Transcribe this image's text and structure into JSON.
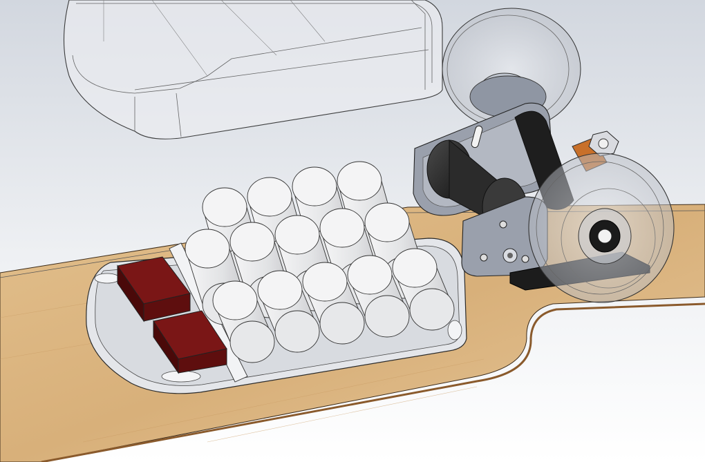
{
  "scene": {
    "title": "",
    "colors": {
      "background_top": "#d2d7df",
      "background_bottom": "#ffffff",
      "deck_wood": "#d9b27c",
      "deck_wood_edge": "#b78550",
      "tray": "#e4e6ea",
      "cells": "#e8e9eb",
      "esc_blocks": "#5a0d0d",
      "transparent_cover": "#eceef2",
      "motor": "#2b2b2b",
      "mount_plate": "#9aa0ac",
      "wheels": "#cfd3da",
      "bolt_orange": "#c8702a"
    },
    "components": {
      "enclosure_cover": "enclosure-cover",
      "battery_pack": "battery-cells",
      "esc_modules": "esc-blocks",
      "deck": "skateboard-deck",
      "motor_mount": "motor-mount",
      "wheels": "wheels",
      "truck_axle": "truck-axle"
    }
  }
}
